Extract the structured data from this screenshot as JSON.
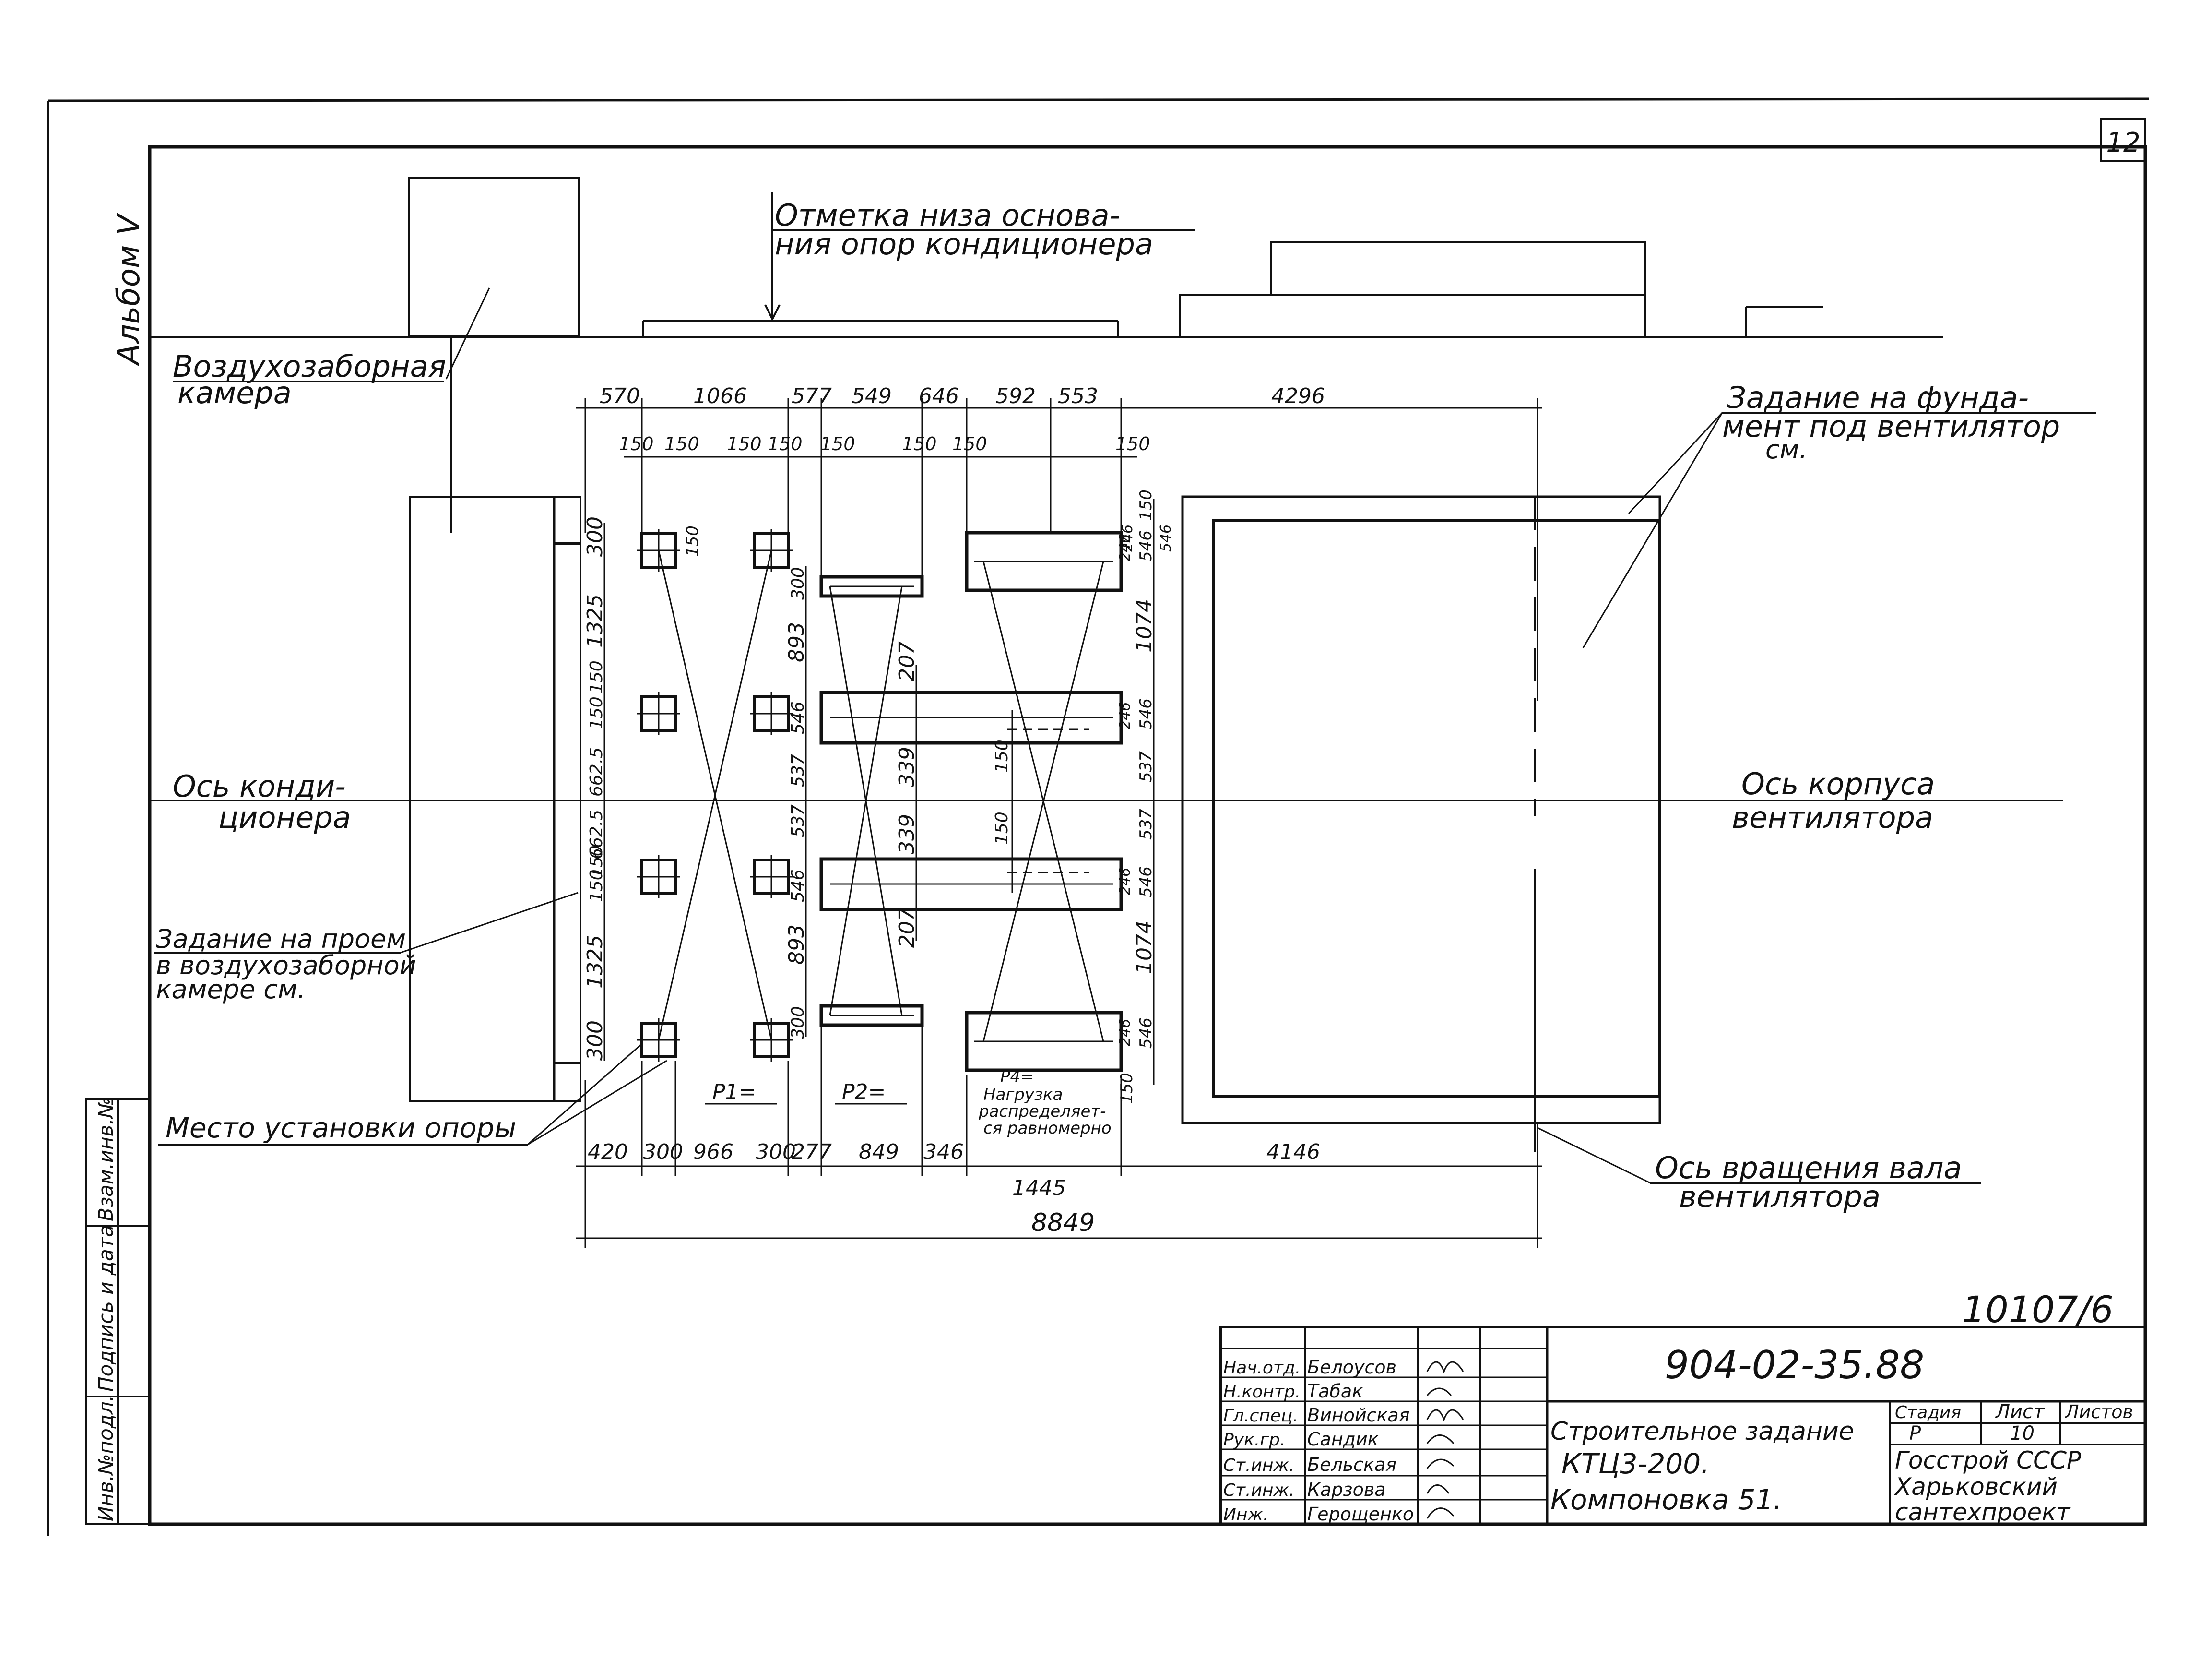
{
  "sheet": {
    "page_number": "12",
    "album_label": "Альбом V",
    "drawing_id": "10107/6"
  },
  "callouts": {
    "bottom_mark": [
      "Отметка низа основа-",
      "ния опор кондиционера"
    ],
    "air_intake": [
      "Воздухозаборная",
      "камера"
    ],
    "fan_foundation": [
      "Задание на фунда-",
      "мент под вентилятор",
      "см."
    ],
    "conditioner_axis": [
      "Ось конди-",
      "ционера"
    ],
    "fan_body_axis": [
      "Ось корпуса",
      "вентилятора"
    ],
    "trench": [
      "Задание на проем",
      "в воздухозаборной",
      "камере см."
    ],
    "support_place": "Место установки опоры",
    "shaft_axis": [
      "Ось вращения вала",
      "вентилятора"
    ]
  },
  "loads": {
    "p1": "P1=",
    "p2": "P2=",
    "p4": [
      "P4=",
      "Нагрузка",
      "распределяет-",
      "ся равномерно"
    ]
  },
  "dimensions": {
    "top_row": [
      "570",
      "1066",
      "577",
      "549",
      "646",
      "592",
      "553",
      "4296"
    ],
    "top_sub": [
      "150",
      "150",
      "150",
      "150",
      "150",
      "150",
      "150",
      "150",
      "150"
    ],
    "bottom_row": [
      "420",
      "300",
      "966",
      "300",
      "277",
      "849",
      "346",
      "1445",
      "4146"
    ],
    "overall": "8849",
    "left_column": [
      "300",
      "1325",
      "150",
      "150",
      "662.5",
      "662.5",
      "150",
      "150",
      "1325",
      "300"
    ],
    "mid_column": [
      "300",
      "893",
      "546",
      "537",
      "537",
      "546",
      "893",
      "300"
    ],
    "beam_column": [
      "207",
      "339",
      "339",
      "207",
      "150",
      "150"
    ],
    "right_column": [
      "150",
      "246",
      "546",
      "1074",
      "546",
      "246",
      "537",
      "537",
      "246",
      "546",
      "1074",
      "546",
      "246",
      "150"
    ],
    "right_top_a": "246",
    "right_top_b": "546",
    "small_150": "150"
  },
  "sidebar": {
    "cells": [
      "Инв.№подл.",
      "Подпись и дата",
      "Взам.инв.№"
    ]
  },
  "title_block": {
    "code": "904-02-35.88",
    "rows": [
      {
        "role": "Нач.отд.",
        "name": "Белоусов"
      },
      {
        "role": "Н.контр.",
        "name": "Табак"
      },
      {
        "role": "Гл.спец.",
        "name": "Винойская"
      },
      {
        "role": "Рук.гр.",
        "name": "Сандик"
      },
      {
        "role": "Ст.инж.",
        "name": "Бельская"
      },
      {
        "role": "Ст.инж.",
        "name": "Карзова"
      },
      {
        "role": "Инж.",
        "name": "Герощенко"
      }
    ],
    "doc_title": [
      "Строительное задание",
      "КТЦ3-200.",
      "Компоновка 51."
    ],
    "stage_head": "Стадия",
    "sheet_head": "Лист",
    "sheets_head": "Листов",
    "stage": "Р",
    "sheet_no": "10",
    "org": [
      "Госстрой СССР",
      "Харьковский",
      "сантехпроект"
    ]
  }
}
